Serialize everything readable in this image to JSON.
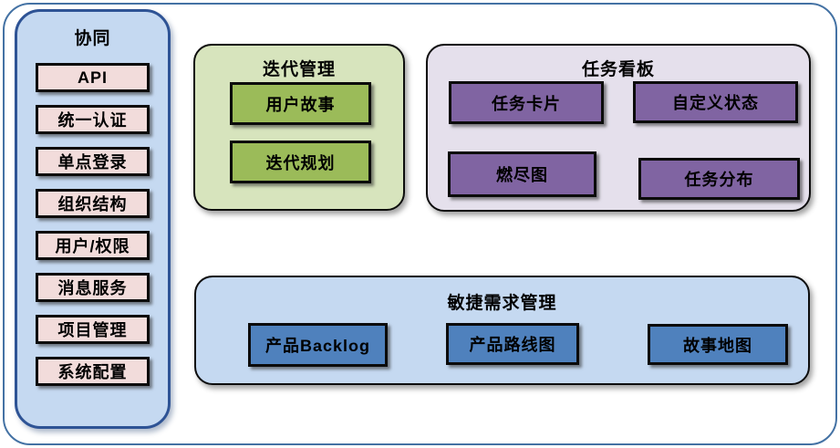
{
  "sidebar": {
    "title": "协同",
    "items": [
      "API",
      "统一认证",
      "单点登录",
      "组织结构",
      "用户/权限",
      "消息服务",
      "项目管理",
      "系统配置"
    ]
  },
  "iteration": {
    "title": "迭代管理",
    "items": [
      "用户故事",
      "迭代规划"
    ]
  },
  "taskboard": {
    "title": "任务看板",
    "items": [
      "任务卡片",
      "自定义状态",
      "燃尽图",
      "任务分布"
    ]
  },
  "agile": {
    "title": "敏捷需求管理",
    "items": [
      "产品Backlog",
      "产品路线图",
      "故事地图"
    ]
  },
  "colors": {
    "frame_border": "#4472A4",
    "sidebar_fill": "#C5D9F1",
    "sidebar_border": "#2E5395",
    "sidebar_item_fill": "#F2DCDB",
    "iteration_fill": "#D7E4BD",
    "iteration_item_fill": "#9BBB59",
    "taskboard_fill": "#E5E0EC",
    "taskboard_item_fill": "#8064A2",
    "agile_fill": "#C5D9F1",
    "agile_item_fill": "#4F81BD",
    "shape_border": "#000000",
    "text": "#000000"
  }
}
